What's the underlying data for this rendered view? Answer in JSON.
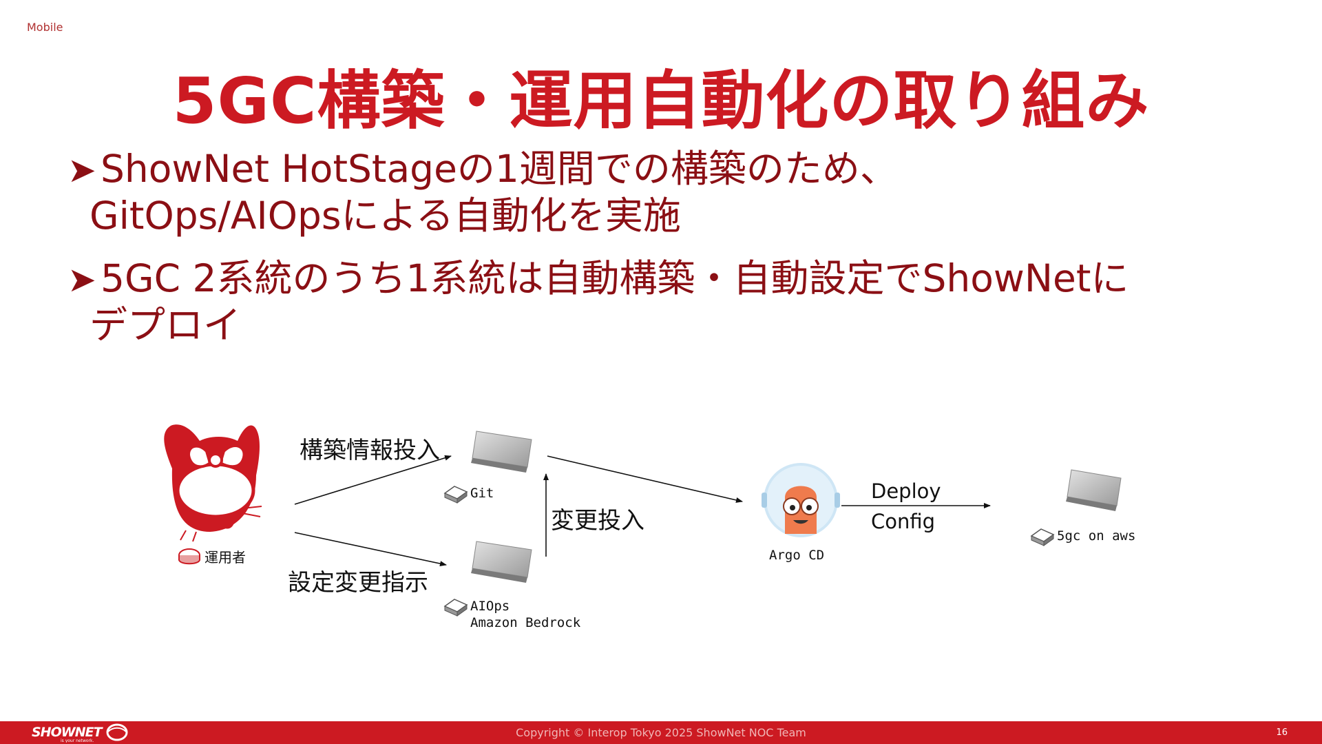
{
  "header": {
    "section_tag": "Mobile"
  },
  "title": "5GC構築・運用自動化の取り組み",
  "bullets": [
    {
      "marker": "➤",
      "line1": "ShowNet HotStageの1週間での構築のため、",
      "line2": "GitOps/AIOpsによる自動化を実施"
    },
    {
      "marker": "➤",
      "line1": "5GC 2系統のうち1系統は自動構築・自動設定でShowNetに",
      "line2": "デプロイ"
    }
  ],
  "diagram": {
    "operator_label": "運用者",
    "build_info_label": "構築情報投入",
    "config_instruction_label": "設定変更指示",
    "change_input_label": "変更投入",
    "git_label": "Git",
    "aiops_label": "AIOps",
    "bedrock_label": "Amazon Bedrock",
    "argo_label": "Argo CD",
    "deploy_label": "Deploy",
    "config_label": "Config",
    "target_label": "5gc on aws",
    "colors": {
      "mascot_red": "#cc1a22",
      "argo_orange": "#ef7b4d",
      "argo_helmet": "#cfe6f5",
      "arrow": "#111111"
    }
  },
  "footer": {
    "logo_text": "SHOWNET",
    "logo_tagline": "is your network.",
    "copyright": "Copyright © Interop Tokyo 2025 ShowNet NOC Team",
    "page_number": "16"
  }
}
